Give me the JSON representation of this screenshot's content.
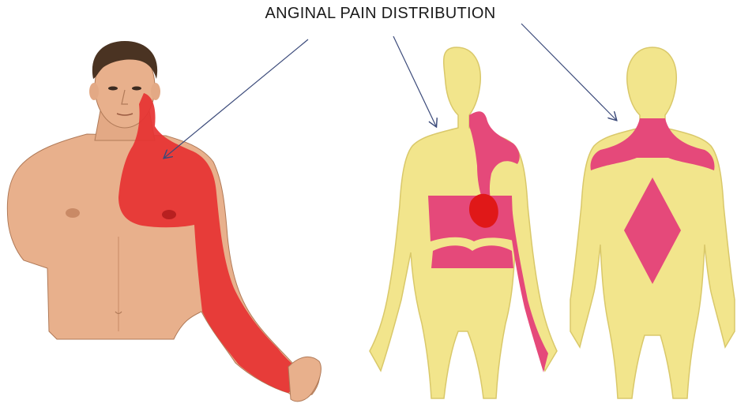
{
  "title": "ANGINAL PAIN DISTRIBUTION",
  "colors": {
    "skin_realistic": "#e8b08c",
    "skin_shadow": "#c98a66",
    "hair": "#4a3322",
    "pain_red": "#e63232",
    "body_yellow": "#f2e58c",
    "body_outline": "#d9c86a",
    "pain_pink": "#e5497a",
    "heart_red": "#e01818",
    "arrow": "#3b4a7a"
  },
  "figures": [
    {
      "name": "realistic-torso-figure",
      "pain_regions": [
        "jaw",
        "left-chest",
        "left-shoulder",
        "left-arm"
      ]
    },
    {
      "name": "front-body-figure",
      "pain_regions": [
        "neck",
        "left-shoulder",
        "chest-band",
        "heart",
        "left-arm"
      ]
    },
    {
      "name": "back-body-figure",
      "pain_regions": [
        "upper-back",
        "mid-back"
      ]
    }
  ]
}
